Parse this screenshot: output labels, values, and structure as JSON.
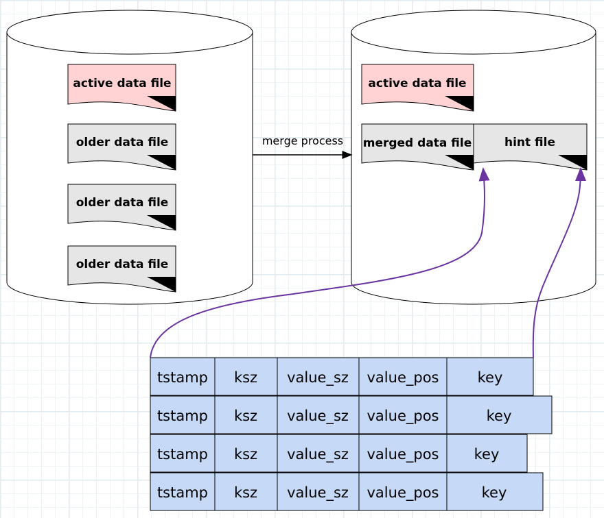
{
  "left_store": {
    "files": [
      {
        "label": "active data file",
        "kind": "active"
      },
      {
        "label": "older data file",
        "kind": "older"
      },
      {
        "label": "older data file",
        "kind": "older"
      },
      {
        "label": "older data file",
        "kind": "older"
      }
    ]
  },
  "merge_arrow": {
    "label": "merge process"
  },
  "right_store": {
    "active_file": {
      "label": "active data file"
    },
    "merged_file": {
      "label": "merged data file"
    },
    "hint_file": {
      "label": "hint file"
    }
  },
  "hint_table": {
    "columns": [
      "tstamp",
      "ksz",
      "value_sz",
      "value_pos",
      "key"
    ],
    "rows": [
      [
        "tstamp",
        "ksz",
        "value_sz",
        "value_pos",
        "key"
      ],
      [
        "tstamp",
        "ksz",
        "value_sz",
        "value_pos",
        "key"
      ],
      [
        "tstamp",
        "ksz",
        "value_sz",
        "value_pos",
        "key"
      ],
      [
        "tstamp",
        "ksz",
        "value_sz",
        "value_pos",
        "key"
      ]
    ]
  },
  "colors": {
    "active_fill": "#ffd3d3",
    "file_fill": "#e6e6e6",
    "cell_fill": "#c6daf8",
    "connector": "#6a34a0",
    "stroke": "#000000"
  }
}
